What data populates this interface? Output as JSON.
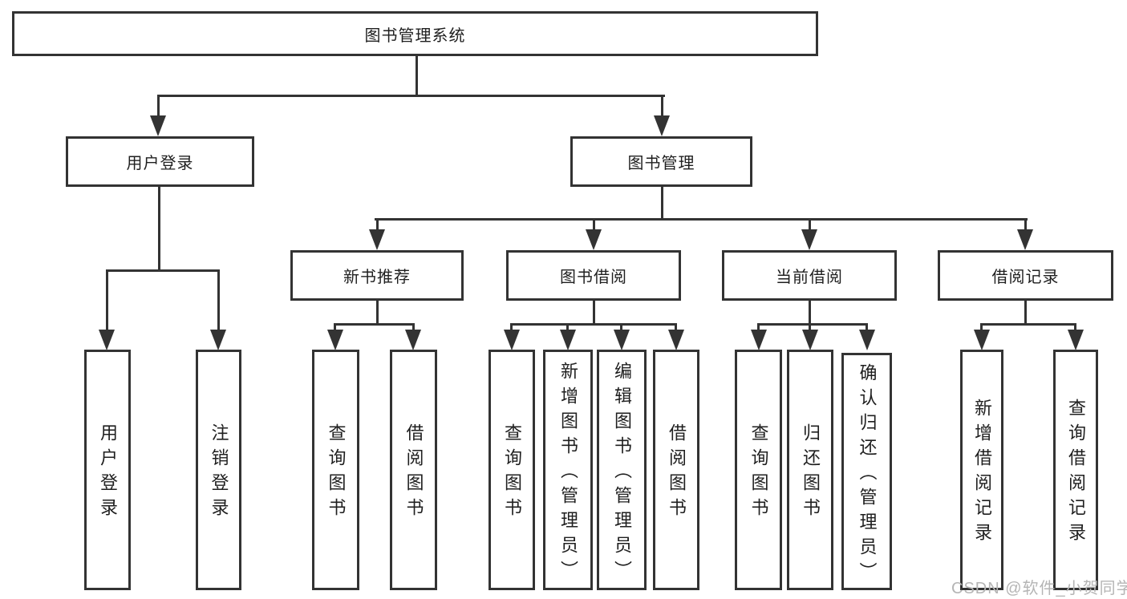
{
  "diagram": {
    "root": {
      "label": "图书管理系统"
    },
    "branches": [
      {
        "label": "用户登录",
        "children": [
          "用户登录",
          "注销登录"
        ]
      },
      {
        "label": "图书管理",
        "sections": [
          {
            "label": "新书推荐",
            "children": [
              "查询图书",
              "借阅图书"
            ]
          },
          {
            "label": "图书借阅",
            "children": [
              "查询图书",
              "新增图书（管理员）",
              "编辑图书（管理员）",
              "借阅图书"
            ]
          },
          {
            "label": "当前借阅",
            "children": [
              "查询图书",
              "归还图书",
              "确认归还（管理员）"
            ]
          },
          {
            "label": "借阅记录",
            "children": [
              "新增借阅记录",
              "查询借阅记录"
            ]
          }
        ]
      }
    ],
    "watermark": "CSDN @软件_小贺同学",
    "colors": {
      "line": "#333333",
      "text": "#1f1f1f",
      "watermark": "#b5b5b5",
      "background": "#ffffff"
    }
  }
}
